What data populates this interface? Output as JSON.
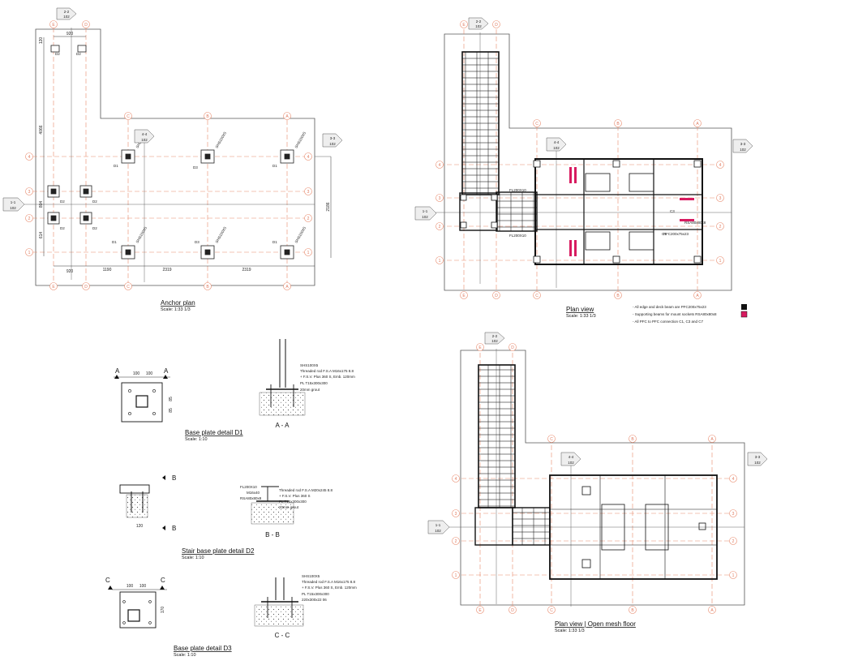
{
  "sheet": {
    "views": {
      "anchor": {
        "title": "Anchor plan",
        "scale": "Scale: 1:33 1/3"
      },
      "plan": {
        "title": "Plan view",
        "scale": "Scale: 1:33 1/3"
      },
      "mesh": {
        "title": "Plan view | Open mesh floor",
        "scale": "Scale: 1:33 1/3"
      },
      "d1": {
        "title": "Base plate detail D1",
        "scale": "Scale: 1:10"
      },
      "d2": {
        "title": "Stair base plate detail D2",
        "scale": "Scale: 1:10"
      },
      "d3": {
        "title": "Base plate detail D3",
        "scale": "Scale: 1:10"
      }
    },
    "sections": {
      "aa": "A - A",
      "bb": "B - B",
      "cc": "C - C",
      "a": "A",
      "b": "B",
      "c": "C"
    },
    "section_marks": {
      "s11": "1-1",
      "s22": "2-2",
      "s33": "3-3",
      "s44": "4-4",
      "sheet_ref": "102"
    },
    "grid_labels": [
      "A",
      "B",
      "C",
      "D",
      "E",
      "1",
      "2",
      "3",
      "4"
    ],
    "anchor_dims": {
      "d920": "920",
      "d1190": "1190",
      "d2319a": "2319",
      "d2319b": "2319",
      "d4066": "4066",
      "d2186": "2186",
      "d804": "804",
      "d614": "614",
      "d120": "120"
    },
    "anchor_tags": {
      "d1": "D1",
      "d2": "D2",
      "d3": "D3",
      "shs": "SHS100X5"
    },
    "legend": {
      "items": [
        "- All edge and deck beam are PFC200x75x23",
        "- Supporting beams for mount sockets RSA80x80x8",
        "- All PFC to PFC connection C1, C3 and C7"
      ],
      "colors": [
        "#111111",
        "#d81b60"
      ]
    },
    "plan_notes": {
      "fl200": "FL200X10",
      "pfc": "PFC200x75x23",
      "rsa": "RSA80x80x8",
      "c1": "C1",
      "c3": "C3",
      "fl": "FL200X10"
    },
    "d1_notes": [
      "SHS100X5",
      "Threaded rod F.S.A M16x175 8.8",
      "+ F.S.V. Plus 360 S, Emb. 120mm",
      "PL T15x300x300",
      "20mm grout"
    ],
    "d1_dims": {
      "a": "100",
      "b": "100",
      "c": "85",
      "d": "85"
    },
    "d2_notes": [
      "FL200X10",
      "M16x40",
      "RSA80x80x8",
      "Threaded rod F.S.A M20x245 8.8",
      "+ F.S.V. Plus 360 S",
      "PL T15x300x300",
      "20mm grout"
    ],
    "d2_dims": {
      "a": "120"
    },
    "d3_notes": [
      "SHS100X5",
      "Threaded rod F.S.A M16x175 8.8",
      "+ F.S.V. Plus 360 S, Emb. 120mm",
      "PL T15x300x300",
      "220x300x22 06"
    ],
    "d3_dims": {
      "a": "100",
      "b": "100",
      "c": "170"
    }
  }
}
